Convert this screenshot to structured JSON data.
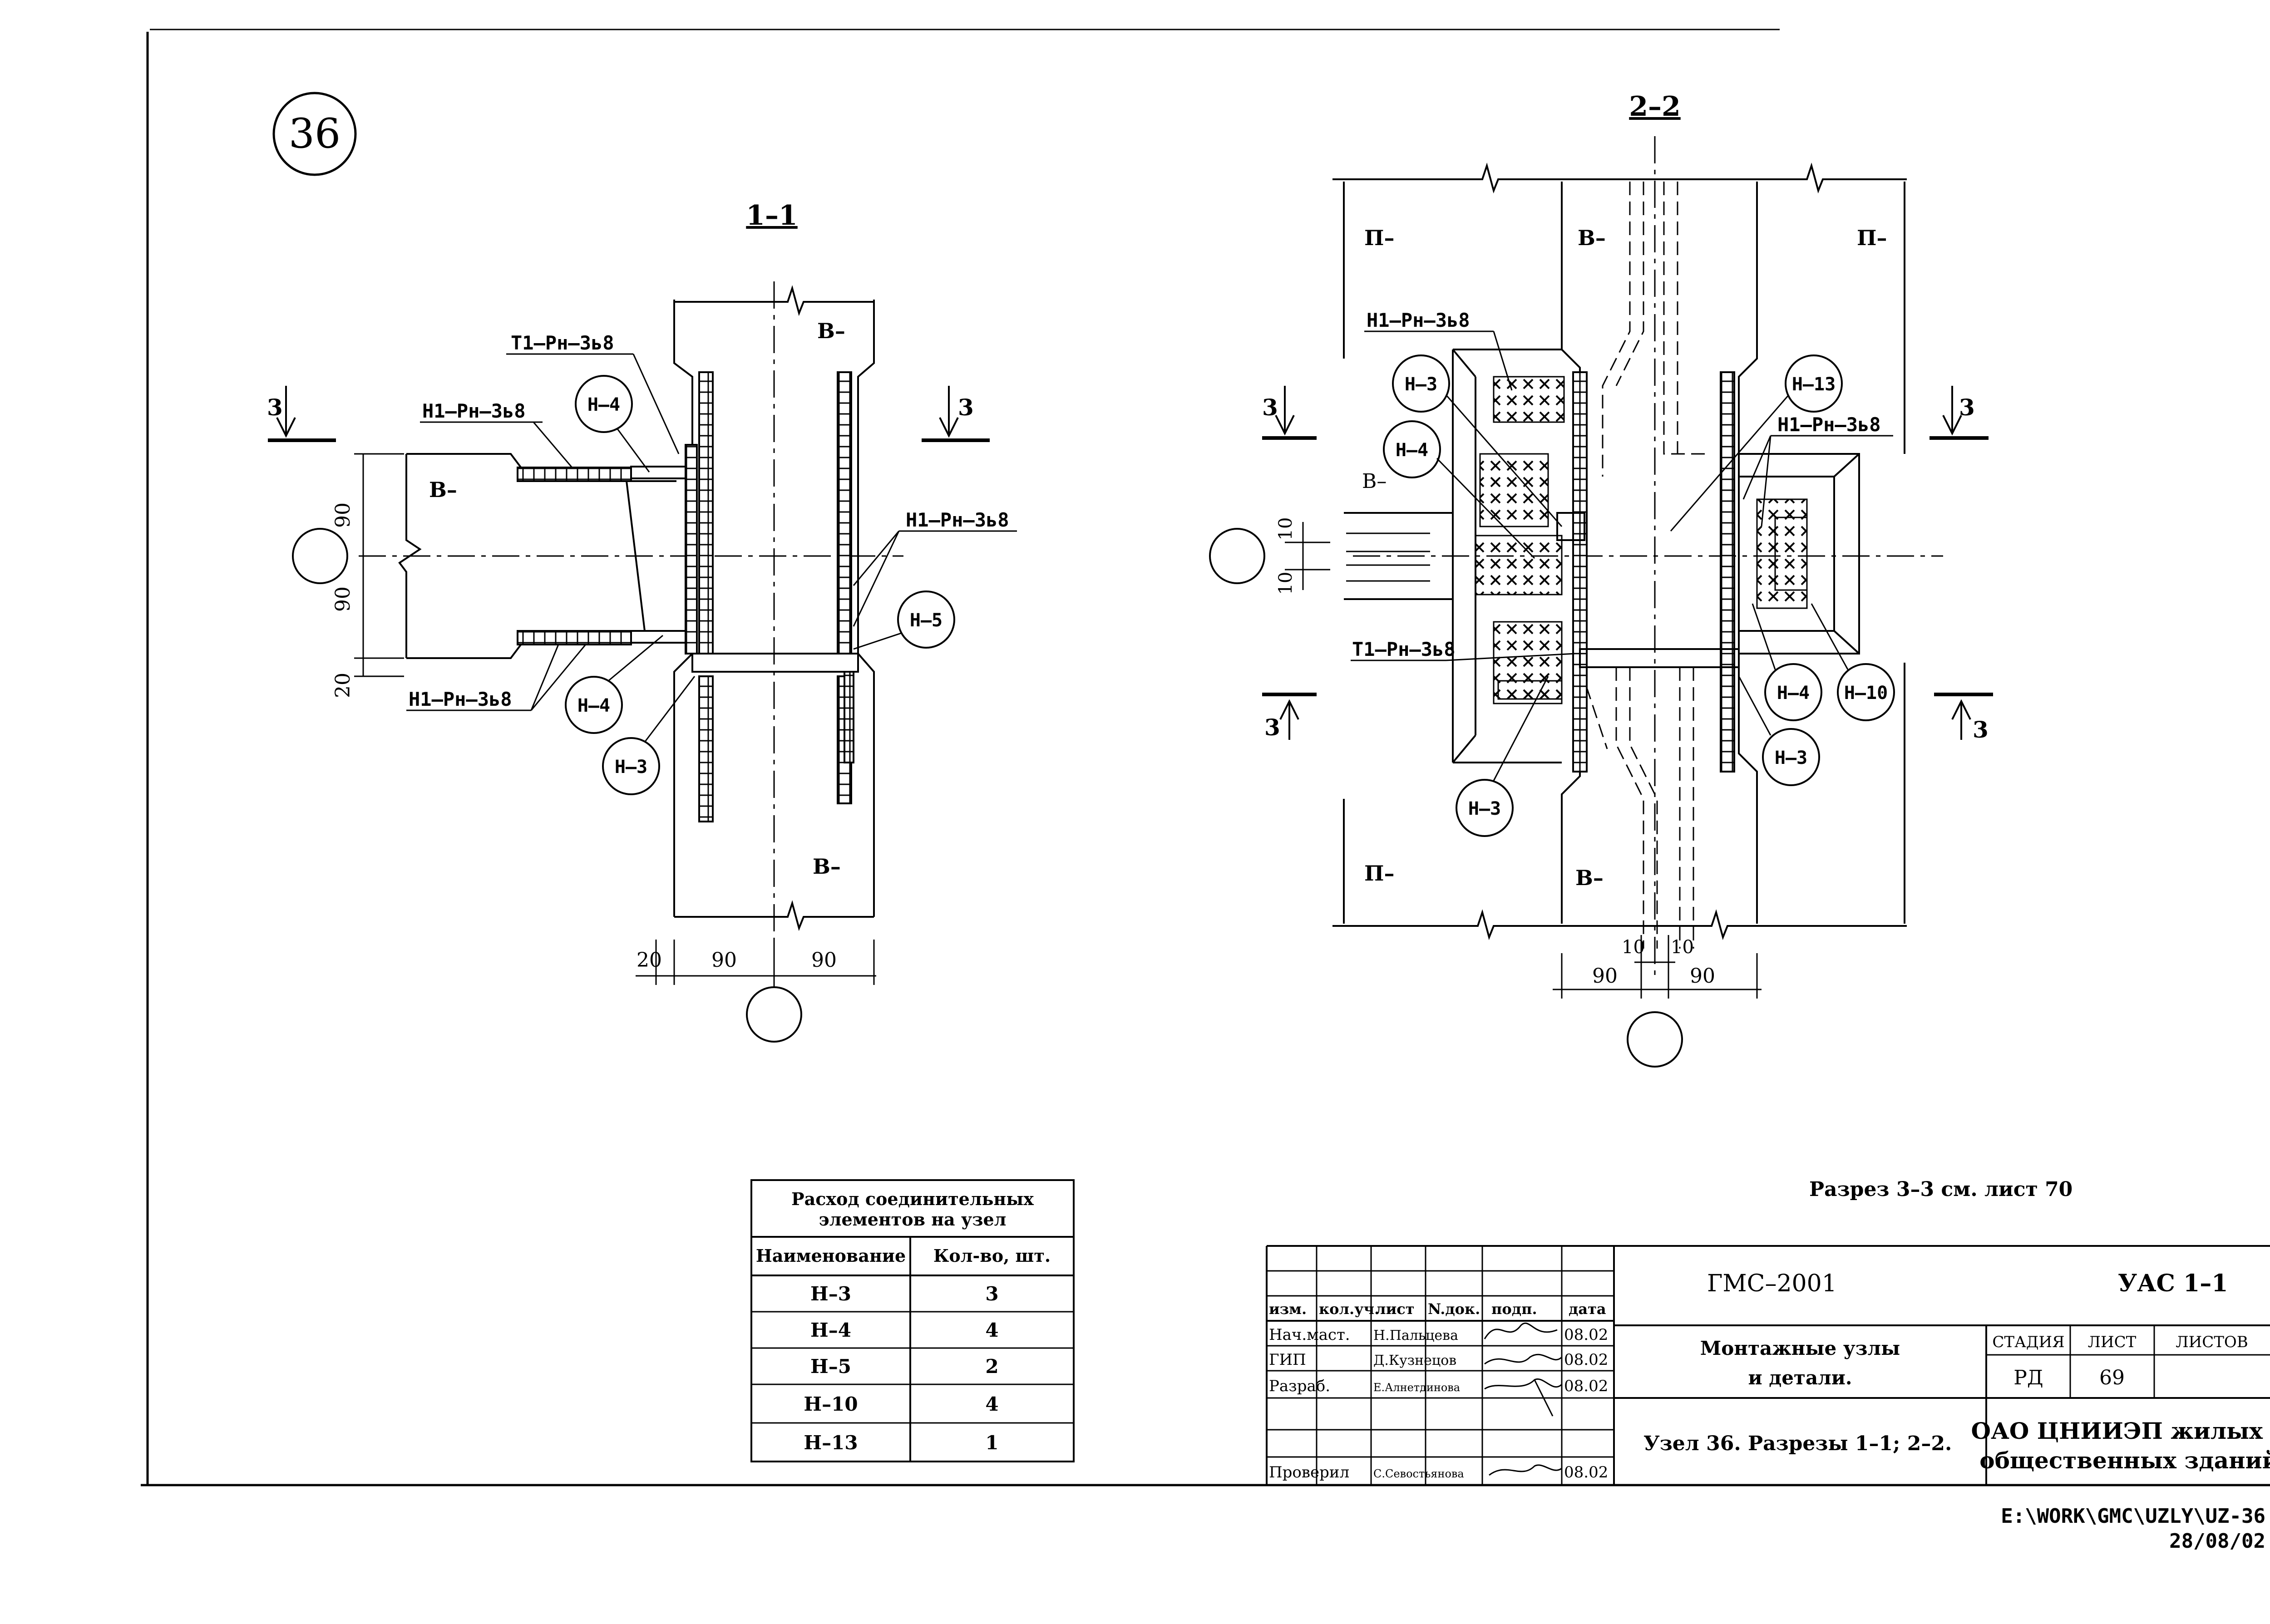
{
  "node": {
    "number": "36"
  },
  "section_1_1": {
    "title": "1–1",
    "cut_mark": "3",
    "wall_label": "В–",
    "labels": {
      "t1": "Т1–Рн–3ь8",
      "h1_top": "Н1–Рн–3ь8",
      "h1_bottom": "Н1–Рн–3ь8",
      "h1_right": "Н1–Рн–3ь8"
    },
    "callouts": {
      "h4_top": "Н–4",
      "h4_bottom": "Н–4",
      "h3": "Н–3",
      "h5": "Н–5"
    },
    "dims": {
      "v90_top": "90",
      "v90_bottom": "90",
      "v20": "20",
      "h20": "20",
      "h90_left": "90",
      "h90_right": "90"
    }
  },
  "section_2_2": {
    "title": "2–2",
    "cut_mark": "3",
    "panel_label": "П–",
    "wall_label": "В–",
    "wall_label_small": "В–",
    "labels": {
      "h1_left": "Н1–Рн–3ь8",
      "h1_right": "Н1–Рн–3ь8",
      "t1": "Т1–Рн–3ь8"
    },
    "callouts": {
      "h3_top": "Н–3",
      "h4_left": "Н–4",
      "h3_bottom": "Н–3",
      "h13": "Н–13",
      "h4_right": "Н–4",
      "h10": "Н–10",
      "h3_right": "Н–3"
    },
    "dims": {
      "v10_top": "10",
      "v10_bottom": "10",
      "h10_left": "10",
      "h10_right": "10",
      "h90_left": "90",
      "h90_right": "90"
    }
  },
  "section_note": "Разрез 3–3 см. лист 70",
  "consumption_table": {
    "title_line1": "Расход соединительных",
    "title_line2": "элементов на узел",
    "headers": [
      "Наименование",
      "Кол-во, шт."
    ],
    "rows": [
      [
        "Н–3",
        "3"
      ],
      [
        "Н–4",
        "4"
      ],
      [
        "Н–5",
        "2"
      ],
      [
        "Н–10",
        "4"
      ],
      [
        "Н–13",
        "1"
      ]
    ]
  },
  "title_block": {
    "column_headers": [
      "изм.",
      "кол.уч.",
      "лист",
      "N.док.",
      "подп.",
      "дата"
    ],
    "people": [
      {
        "role": "Нач.маст.",
        "name": "Н.Пальцева",
        "date": "08.02"
      },
      {
        "role": "ГИП",
        "name": "Д.Кузнецов",
        "date": "08.02"
      },
      {
        "role": "Разраб.",
        "name": "Е.Алнетдинова",
        "date": "08.02"
      },
      {
        "role": "Проверил",
        "name": "С.Севостьянова",
        "date": "08.02"
      }
    ],
    "project_code": "ГМС–2001",
    "series": "УАС 1–1",
    "subject_line1": "Монтажные узлы",
    "subject_line2": "и детали.",
    "sheet_title": "Узел 36.   Разрезы 1–1; 2–2.",
    "stage_header": "СТАДИЯ",
    "sheet_header": "ЛИСТ",
    "sheets_header": "ЛИСТОВ",
    "stage": "РД",
    "sheet": "69",
    "org_line1": "ОАО ЦНИИЭП жилых и",
    "org_line2": "общественных зданий"
  },
  "file_path": "E:\\WORK\\GMC\\UZLY\\UZ-36",
  "file_date": "28/08/02"
}
